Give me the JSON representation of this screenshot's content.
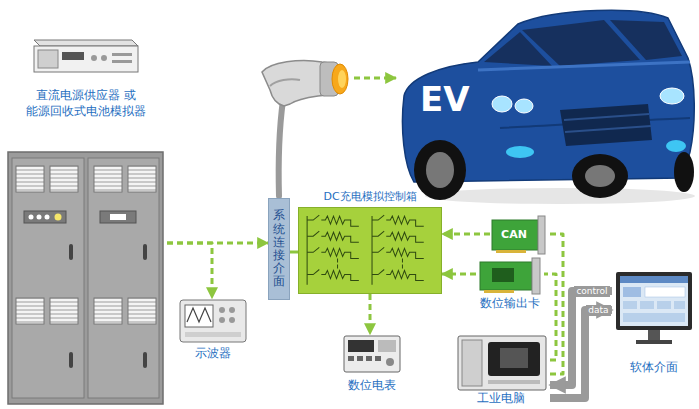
{
  "diagram": {
    "nodes": [
      {
        "text": [
          "直流电源供应器 或 能源回收式电池模拟器"
        ]
      },
      {
        "text": [
          "示波器"
        ]
      },
      {
        "text": [
          "系统连接介面"
        ]
      },
      {
        "text": [
          "DC充电模拟控制箱"
        ]
      },
      {
        "text": [
          "CAN"
        ]
      },
      {
        "text": [
          "数位输出卡"
        ]
      },
      {
        "text": [
          "数位电表"
        ]
      },
      {
        "text": [
          "工业电脑"
        ]
      },
      {
        "text": [
          "软体介面"
        ]
      }
    ],
    "edges": [
      {
        "from": 0,
        "to": 2,
        "arrow": "to"
      },
      {
        "from": 0,
        "to": 1,
        "arrow": "to"
      },
      {
        "from": 2,
        "to": 3,
        "arrow": "none"
      },
      {
        "from": 4,
        "to": 3,
        "arrow": "to"
      },
      {
        "from": 5,
        "to": 3,
        "arrow": "to"
      },
      {
        "from": 3,
        "to": 6,
        "arrow": "to"
      },
      {
        "from": 7,
        "to": 4,
        "arrow": "none"
      },
      {
        "from": 7,
        "to": 5,
        "arrow": "none"
      },
      {
        "from": 8,
        "to": 7,
        "label": "control",
        "arrow": "to"
      },
      {
        "from": 7,
        "to": 8,
        "label": "data",
        "arrow": "to"
      }
    ],
    "labels": [
      "EV"
    ]
  }
}
